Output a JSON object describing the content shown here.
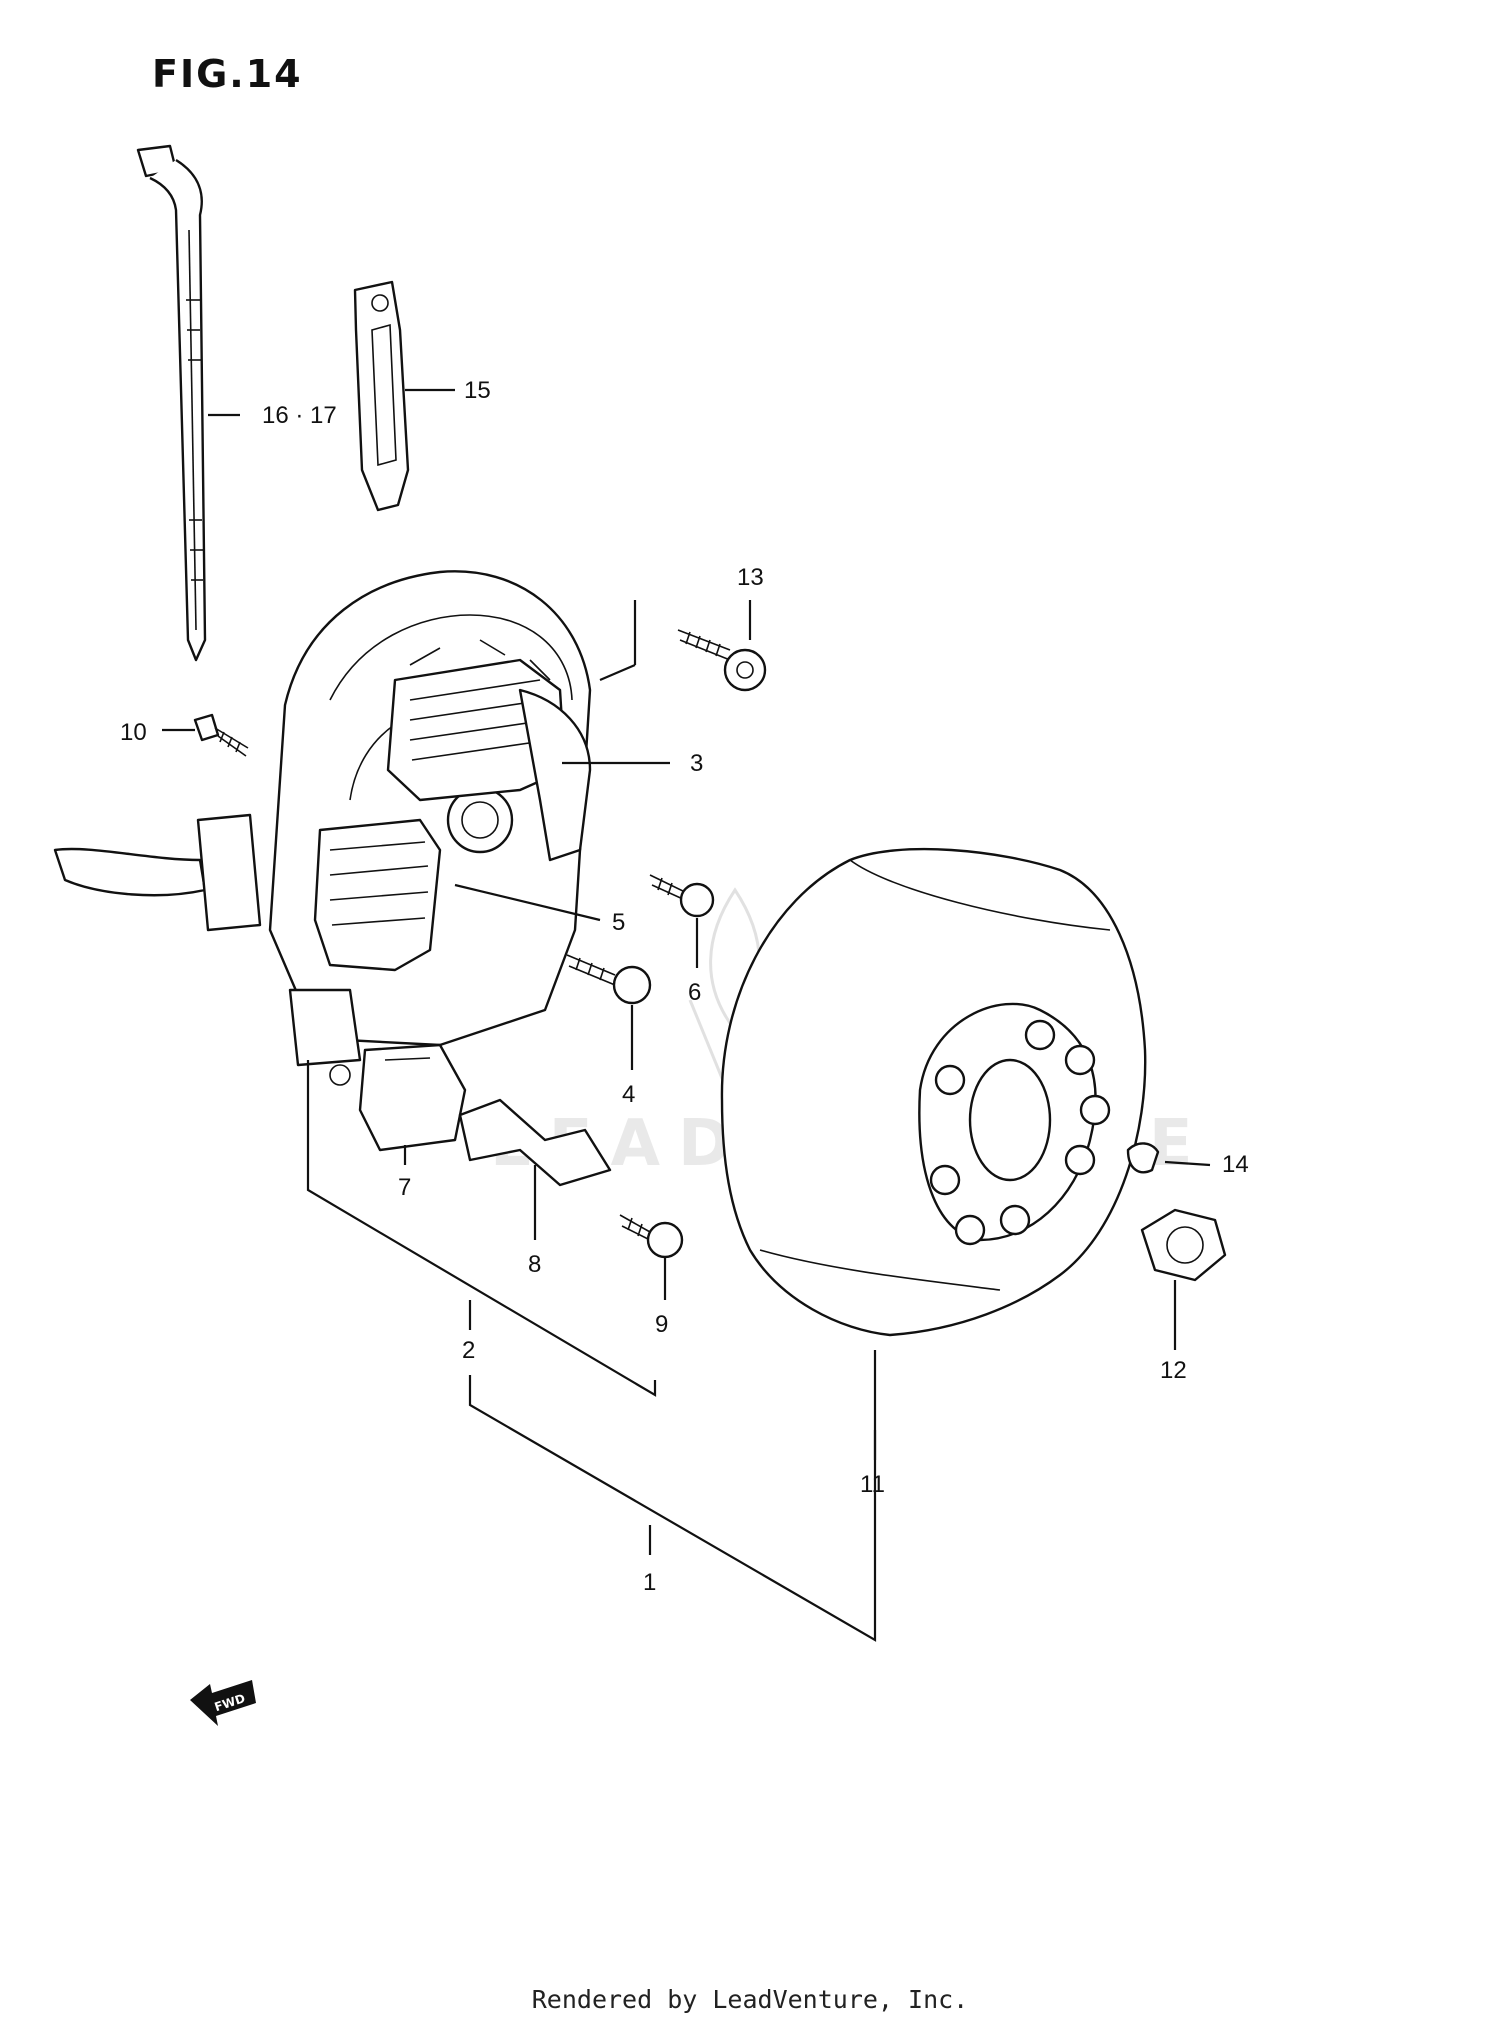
{
  "figure": {
    "title": "FIG.14",
    "credit": "Rendered by LeadVenture, Inc."
  },
  "watermark": {
    "text": "LEADVENTURE"
  },
  "callouts": [
    {
      "id": "c1",
      "label": "1"
    },
    {
      "id": "c2",
      "label": "2"
    },
    {
      "id": "c3",
      "label": "3"
    },
    {
      "id": "c4",
      "label": "4"
    },
    {
      "id": "c5",
      "label": "5"
    },
    {
      "id": "c6",
      "label": "6"
    },
    {
      "id": "c7",
      "label": "7"
    },
    {
      "id": "c8",
      "label": "8"
    },
    {
      "id": "c9",
      "label": "9"
    },
    {
      "id": "c10",
      "label": "10"
    },
    {
      "id": "c11",
      "label": "11"
    },
    {
      "id": "c12",
      "label": "12"
    },
    {
      "id": "c13",
      "label": "13"
    },
    {
      "id": "c14",
      "label": "14"
    },
    {
      "id": "c15",
      "label": "15"
    },
    {
      "id": "c1617",
      "label": "16 · 17"
    }
  ],
  "fwd_label": "FWD",
  "colors": {
    "ink": "#111111",
    "watermark": "#c9c9c9",
    "background": "#ffffff"
  },
  "icons": [
    "fwd-arrow-icon"
  ]
}
